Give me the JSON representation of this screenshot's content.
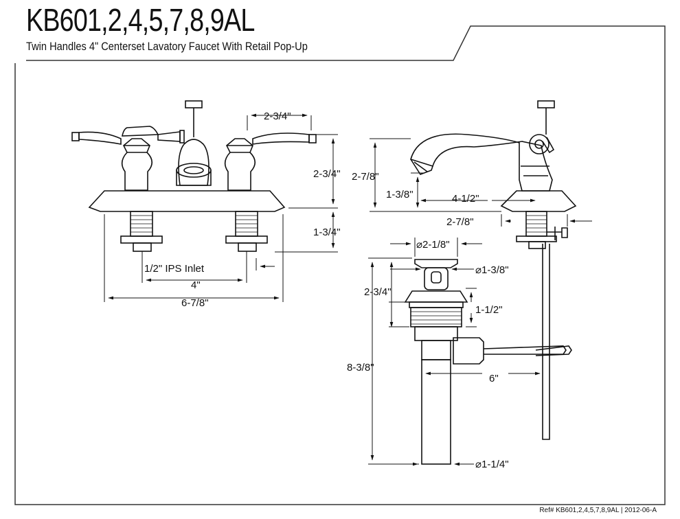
{
  "title": "KB601,2,4,5,7,8,9AL",
  "subtitle": "Twin Handles 4\" Centerset Lavatory Faucet With Retail Pop-Up",
  "reference": "Ref# KB601,2,4,5,7,8,9AL | 2012-06-A",
  "dimensions": {
    "front_spout_spread": "2-3/4\"",
    "front_height": "2-3/4\"",
    "front_shank": "1-3/4\"",
    "ips_inlet": "1/2\" IPS Inlet",
    "centers": "4\"",
    "overall_width": "6-7/8\"",
    "side_height": "2-7/8\"",
    "spout_height": "1-3/8\"",
    "spout_reach": "4-1/2\"",
    "side_base": "2-7/8\"",
    "drain_top_dia": "⌀2-1/8\"",
    "drain_flange_dia": "⌀1-3/8\"",
    "drain_top_height": "2-3/4\"",
    "drain_thread": "1-1/2\"",
    "drain_total": "8-3/8\"",
    "drain_rod": "6\"",
    "drain_tail_dia": "⌀1-1/4\""
  }
}
